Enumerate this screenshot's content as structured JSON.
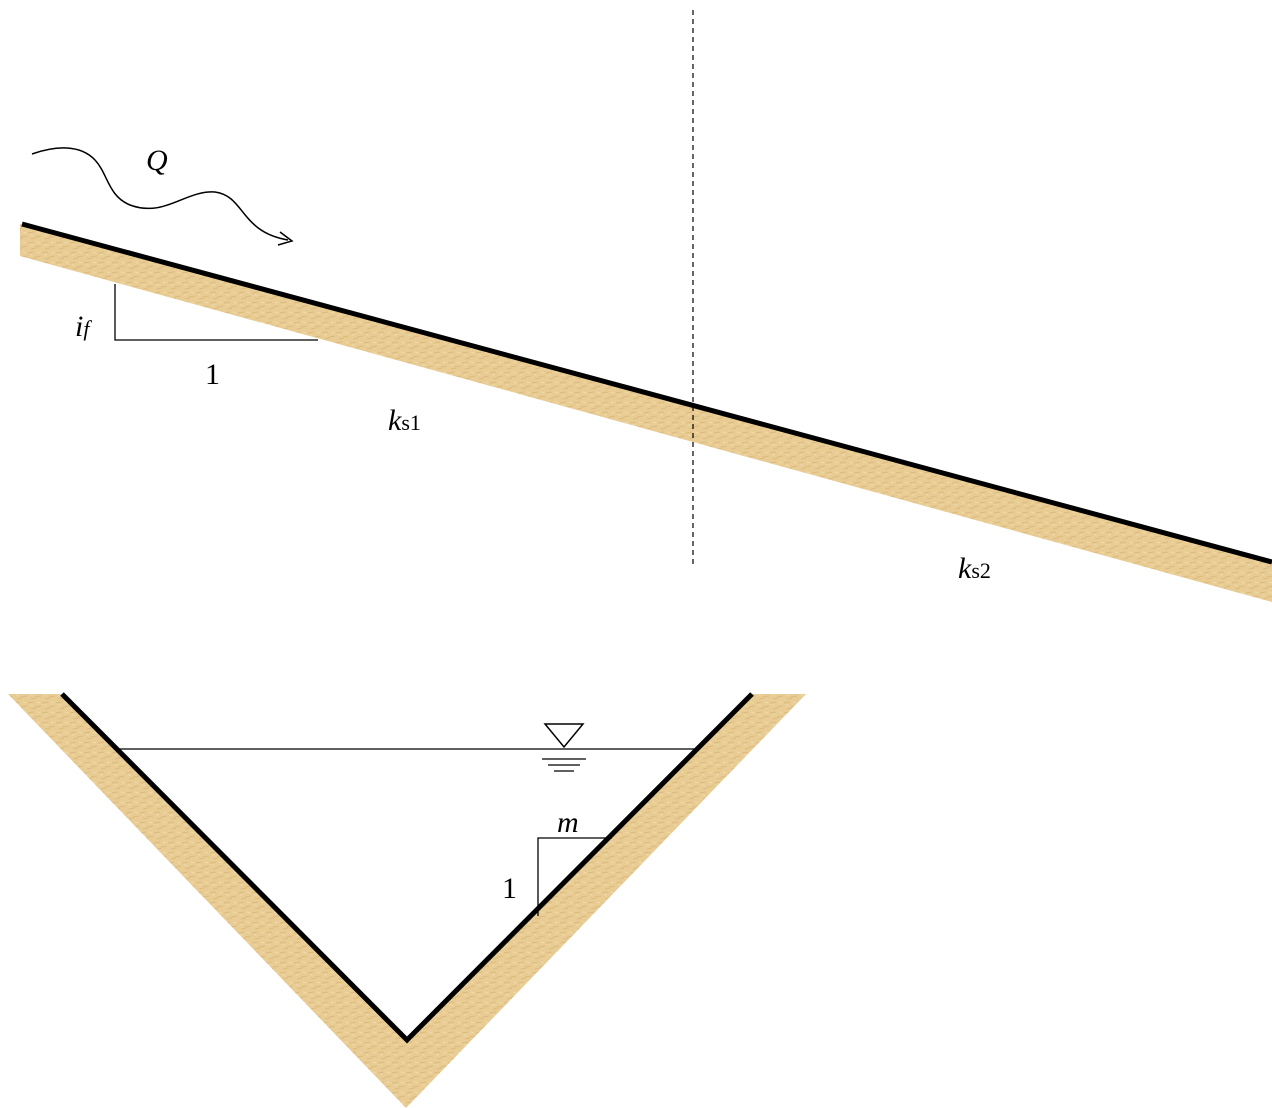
{
  "profile": {
    "flow_label": "Q",
    "slope_symbol": "i",
    "slope_subscript": "f",
    "slope_run_label": "1",
    "reach1_label": {
      "k": "k",
      "sub": "s1"
    },
    "reach2_label": {
      "k": "k",
      "sub": "s2"
    }
  },
  "cross_section": {
    "side_slope_label": "m",
    "side_rise_label": "1"
  },
  "colors": {
    "ground": "#E8CC93",
    "ground_dark": "#D8B677",
    "line": "#000000"
  }
}
